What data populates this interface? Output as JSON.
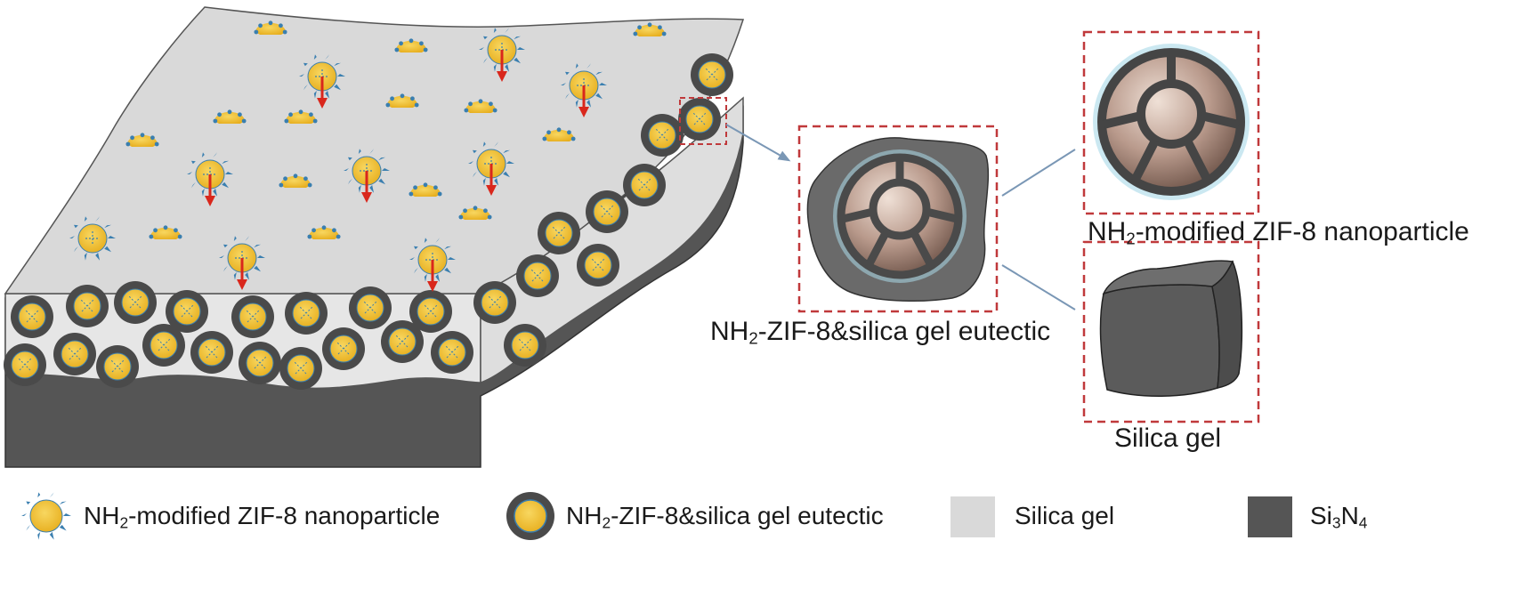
{
  "labels": {
    "zif8_sub": {
      "pre": "NH",
      "sub": "2",
      "post": "-modified ZIF-8 nanoparticle"
    },
    "eutectic_sub": {
      "pre": "NH",
      "sub": "2",
      "post": "-ZIF-8&silica gel eutectic"
    },
    "silica_sub": "Silica gel"
  },
  "legend": {
    "zif8": {
      "pre": "NH",
      "sub": "2",
      "post": "-modified ZIF-8 nanoparticle"
    },
    "eutectic": {
      "pre": "NH",
      "sub": "2",
      "post": "-ZIF-8&silica gel eutectic"
    },
    "silica": "Silica gel",
    "si3n4": {
      "pre": "Si",
      "sub": "3",
      "mid": "N",
      "sub2": "4"
    }
  },
  "colors": {
    "silica_gel": "#d9d9d9",
    "silica_gel_front": "#e9e9e9",
    "si3n4": "#555555",
    "zif8_yellow": "#f5c431",
    "zif8_spike": "#3a7fb0",
    "eutectic_shell": "#4a4a4a",
    "arrow_red": "#d9271c",
    "dashed_box": "#c0393b",
    "connector": "#7a97b5"
  }
}
